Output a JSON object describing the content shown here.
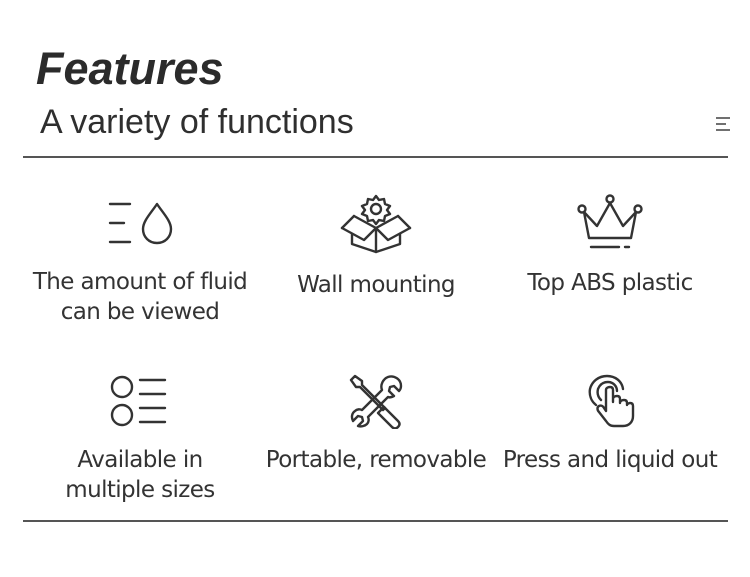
{
  "header": {
    "title": "Features",
    "subtitle": "A variety of functions"
  },
  "features": [
    {
      "icon": "fluid-drop-icon",
      "line1": "The amount of fluid",
      "line2": "can be viewed"
    },
    {
      "icon": "wall-mount-box-icon",
      "line1": "Wall mounting",
      "line2": ""
    },
    {
      "icon": "crown-icon",
      "line1": "Top ABS plastic",
      "line2": ""
    },
    {
      "icon": "sizes-list-icon",
      "line1": "Available in",
      "line2": "multiple sizes"
    },
    {
      "icon": "tools-icon",
      "line1": "Portable, removable",
      "line2": ""
    },
    {
      "icon": "press-hand-icon",
      "line1": "Press and liquid out",
      "line2": ""
    }
  ],
  "colors": {
    "text": "#333333",
    "icon_stroke": "#333333",
    "rule": "#555555"
  }
}
